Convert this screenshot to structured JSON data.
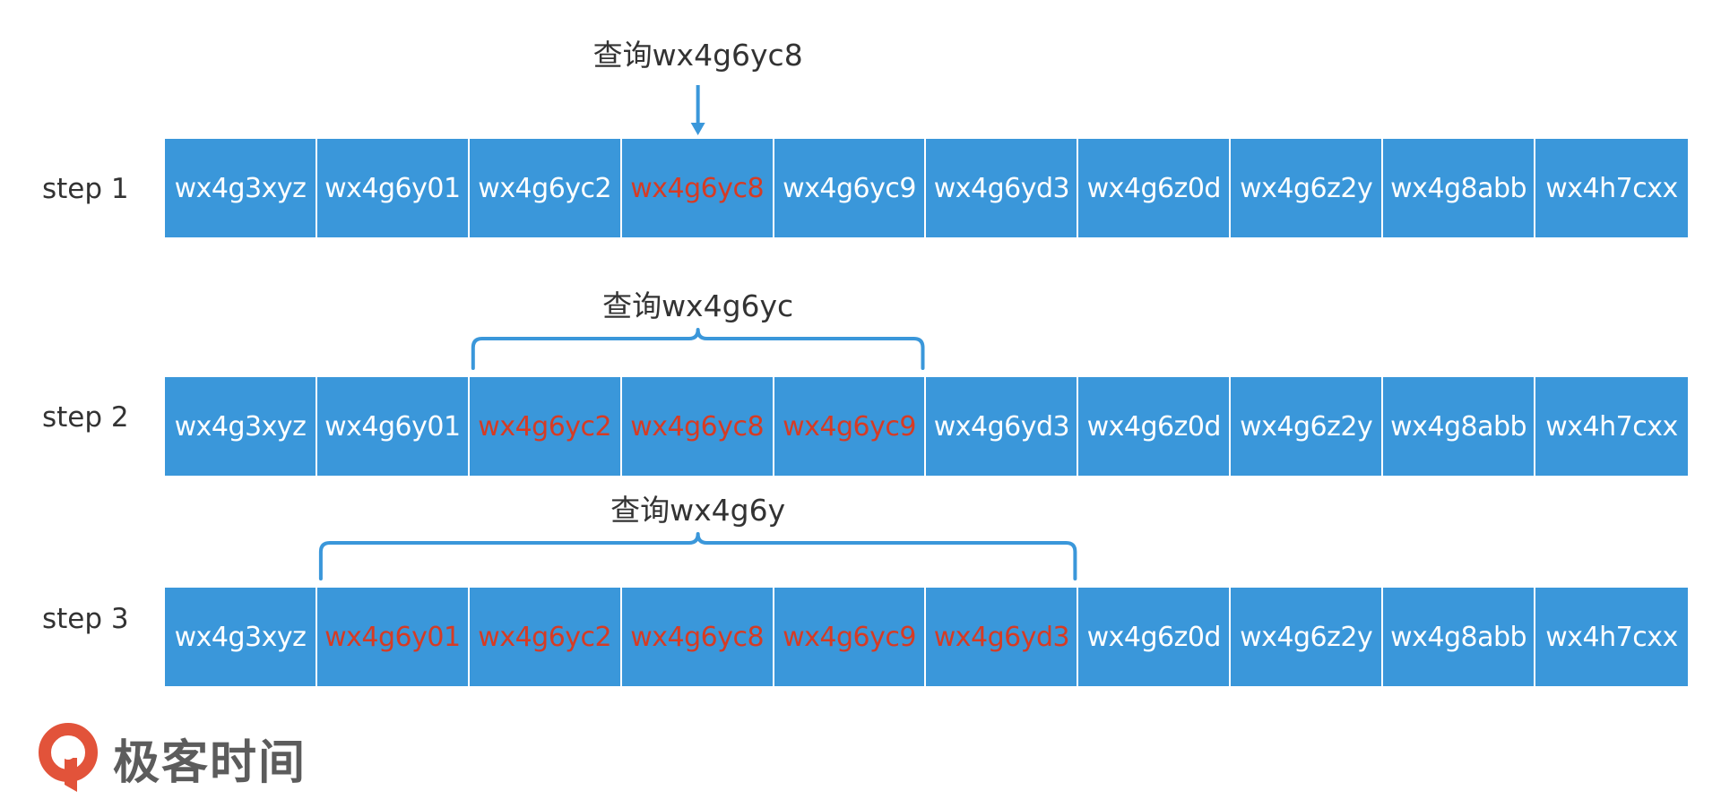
{
  "colors": {
    "cell_bg": "#3a97da",
    "cell_text": "#ffffff",
    "highlight_text": "#d63b24",
    "bracket": "#3a97da",
    "label_text": "#333333",
    "logo_red": "#e2533a",
    "logo_gray": "#5c5c5c"
  },
  "steps": [
    {
      "label": "step 1",
      "query": "查询wx4g6yc8",
      "marker": "arrow",
      "cells": [
        "wx4g3xyz",
        "wx4g6y01",
        "wx4g6yc2",
        "wx4g6yc8",
        "wx4g6yc9",
        "wx4g6yd3",
        "wx4g6z0d",
        "wx4g6z2y",
        "wx4g8abb",
        "wx4h7cxx"
      ],
      "highlighted": [
        3
      ]
    },
    {
      "label": "step 2",
      "query": "查询wx4g6yc",
      "marker": "bracket",
      "cells": [
        "wx4g3xyz",
        "wx4g6y01",
        "wx4g6yc2",
        "wx4g6yc8",
        "wx4g6yc9",
        "wx4g6yd3",
        "wx4g6z0d",
        "wx4g6z2y",
        "wx4g8abb",
        "wx4h7cxx"
      ],
      "highlighted": [
        2,
        3,
        4
      ]
    },
    {
      "label": "step 3",
      "query": "查询wx4g6y",
      "marker": "bracket",
      "cells": [
        "wx4g3xyz",
        "wx4g6y01",
        "wx4g6yc2",
        "wx4g6yc8",
        "wx4g6yc9",
        "wx4g6yd3",
        "wx4g6z0d",
        "wx4g6z2y",
        "wx4g8abb",
        "wx4h7cxx"
      ],
      "highlighted": [
        1,
        2,
        3,
        4,
        5
      ]
    }
  ],
  "logo": {
    "text": "极客时间",
    "icon": "geektime-logo-icon"
  }
}
